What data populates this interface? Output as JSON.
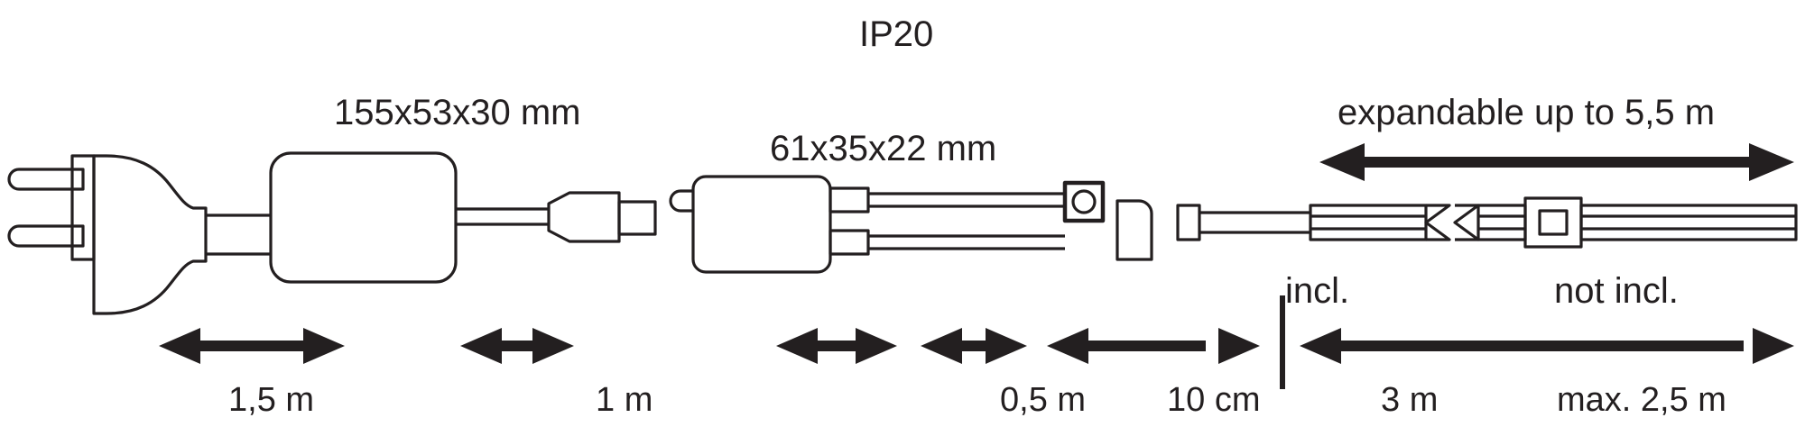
{
  "diagram": {
    "title": "LED strip set wiring and dimension diagram",
    "protection_rating": "IP20",
    "line_color": "#231f20",
    "background_color": "#ffffff",
    "labels": {
      "ip_rating": "IP20",
      "psu_dimensions": "155x53x30 mm",
      "controller_dimensions": "61x35x22 mm",
      "expandable_note": "expandable up to 5,5 m",
      "incl_note": "incl.",
      "not_incl_note": "not incl."
    },
    "measurements": [
      {
        "id": "mains-cable",
        "label": "1,5 m",
        "component": "mains cable from plug to power supply"
      },
      {
        "id": "dc-cable",
        "label": "1 m",
        "component": "cable from power supply to DC connector"
      },
      {
        "id": "controller-cable",
        "label": "0,5 m",
        "component": "cable from controller to strip feed"
      },
      {
        "id": "feed-cable",
        "label": "10 cm",
        "component": "feed lead to LED strip"
      },
      {
        "id": "strip-included",
        "label": "3 m",
        "component": "included LED strip length"
      },
      {
        "id": "strip-extension",
        "label": "max. 2,5 m",
        "component": "maximum additional LED strip length"
      }
    ],
    "components": [
      {
        "id": "mains-plug",
        "name": "Euro mains plug with two round pins"
      },
      {
        "id": "power-supply",
        "name": "Power supply brick"
      },
      {
        "id": "dc-barrel-connector",
        "name": "DC barrel connector pair"
      },
      {
        "id": "controller-box",
        "name": "Controller / driver box"
      },
      {
        "id": "screw-terminal",
        "name": "Screw terminal with round screw head"
      },
      {
        "id": "strip-end-cap",
        "name": "LED strip end cap"
      },
      {
        "id": "strip-connector",
        "name": "Strip-to-strip connector clip"
      },
      {
        "id": "led-strip",
        "name": "LED flexible strip"
      }
    ]
  }
}
